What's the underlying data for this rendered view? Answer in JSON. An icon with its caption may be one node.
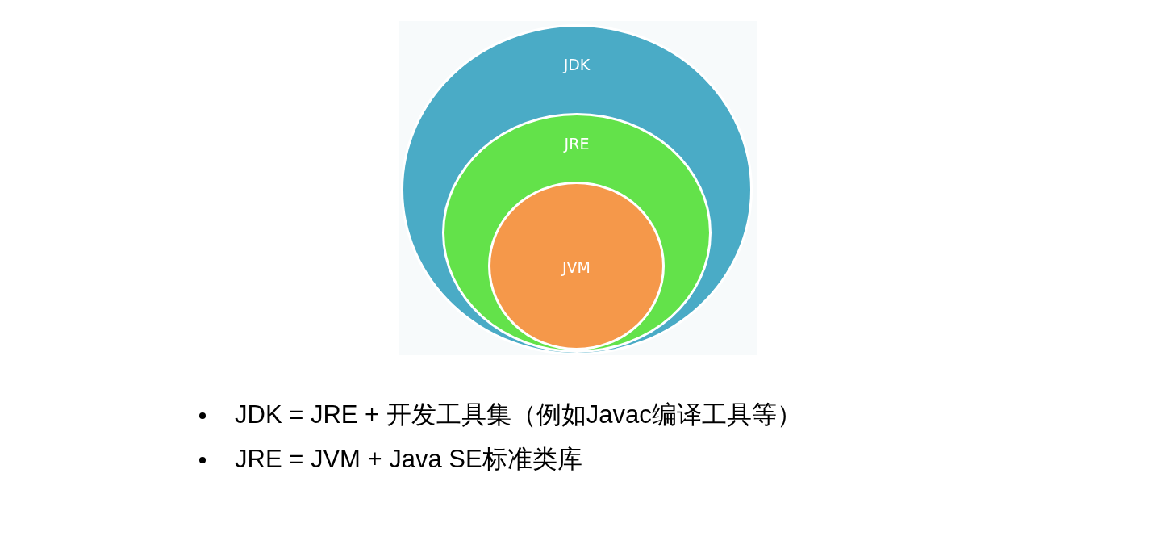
{
  "diagram": {
    "nodes": [
      {
        "text": [
          "JDK"
        ]
      },
      {
        "text": [
          "JRE"
        ],
        "in": 0
      },
      {
        "text": [
          "JVM"
        ],
        "in": 1
      }
    ],
    "labels": [
      "JDK = JRE + 开发工具集（例如Javac编译工具等）",
      "JRE = JVM + Java SE标准类库"
    ]
  }
}
